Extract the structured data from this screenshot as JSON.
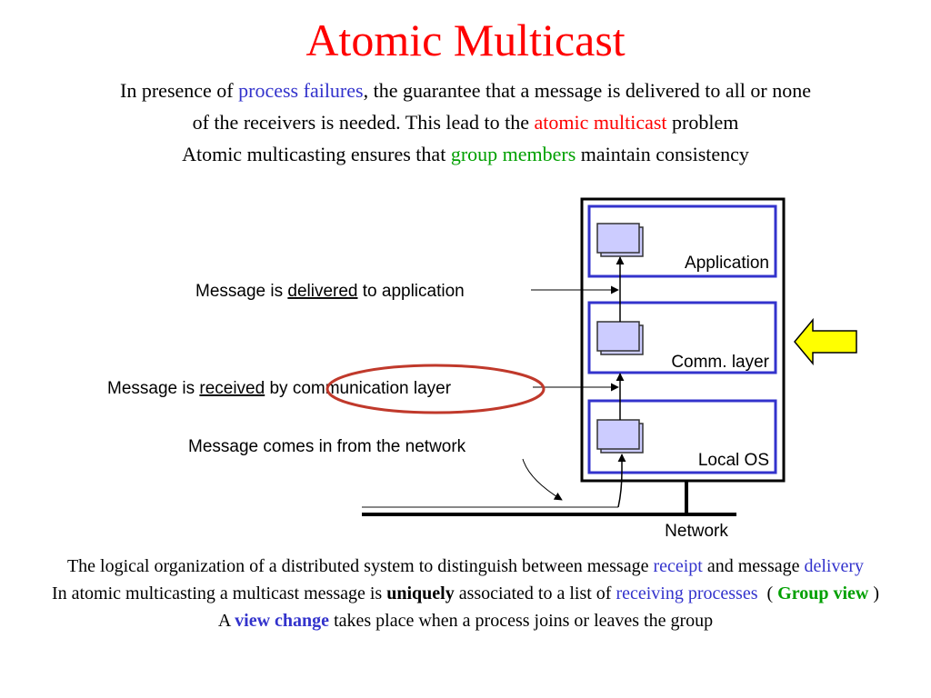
{
  "slide": {
    "title": "Atomic Multicast",
    "intro": {
      "line1_a": "In presence of ",
      "line1_b": "process failures",
      "line1_c": ", the guarantee that a message is delivered to all or none",
      "line2_a": "of the receivers is needed. This lead to the ",
      "line2_b": "atomic multicast",
      "line2_c": " problem",
      "line3_a": "Atomic multicasting ensures that ",
      "line3_b": "group members",
      "line3_c": " maintain consistency"
    },
    "diagram": {
      "layers": [
        "Application",
        "Comm. layer",
        "Local OS"
      ],
      "network_label": "Network",
      "label_delivered_pre": "Message is ",
      "label_delivered_key": "delivered",
      "label_delivered_post": " to application",
      "label_received_pre": "Message is ",
      "label_received_key": "received",
      "label_received_post": " by communication layer",
      "label_network": "Message comes in from the network",
      "colors": {
        "layer_border": "#3333cc",
        "box_fill": "#ccccff",
        "ellipse": "#c0392b",
        "pointer_arrow_fill": "#ffff00"
      }
    },
    "bottom": {
      "p1_a": "The logical organization of a distributed system to distinguish between message ",
      "p1_b": "receipt",
      "p1_c": " and message ",
      "p1_d": "delivery",
      "p2_a": "In atomic multicasting a multicast message is ",
      "p2_b": "uniquely",
      "p2_c": " associated to a list of ",
      "p2_d": "receiving processes",
      "p2_e": "  ( ",
      "p2_f": "Group view",
      "p2_g": " )",
      "p3_a": "A ",
      "p3_b": "view change",
      "p3_c": " takes place when a process joins or leaves the group"
    }
  }
}
